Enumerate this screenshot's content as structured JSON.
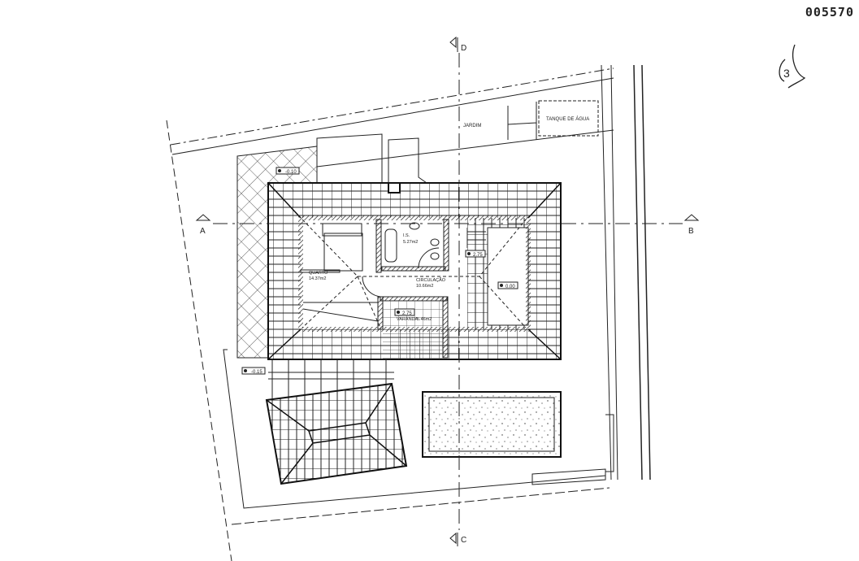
{
  "document_number": "005570",
  "handwritten_mark": "3",
  "section_marks": {
    "a": "A",
    "b": "B",
    "c": "C",
    "d": "D"
  },
  "site_labels": {
    "garden": "JARDIM",
    "water_tank": "TANQUE DE ÁGUA"
  },
  "rooms": [
    {
      "name": "QUARTO",
      "area": "14.37m2"
    },
    {
      "name": "I.S.",
      "area": "5.27m2"
    },
    {
      "name": "CIRCULAÇÃO",
      "area": "10.66m2"
    },
    {
      "name": "VARANDA",
      "area": "5.46m2"
    }
  ],
  "levels": {
    "terrace_top": "-0.10",
    "terrace_bottom": "-0.15",
    "stair": "2.75",
    "varanda": "2.75",
    "ground": "0.00"
  },
  "colors": {
    "ink": "#222222",
    "paper": "#ffffff"
  }
}
